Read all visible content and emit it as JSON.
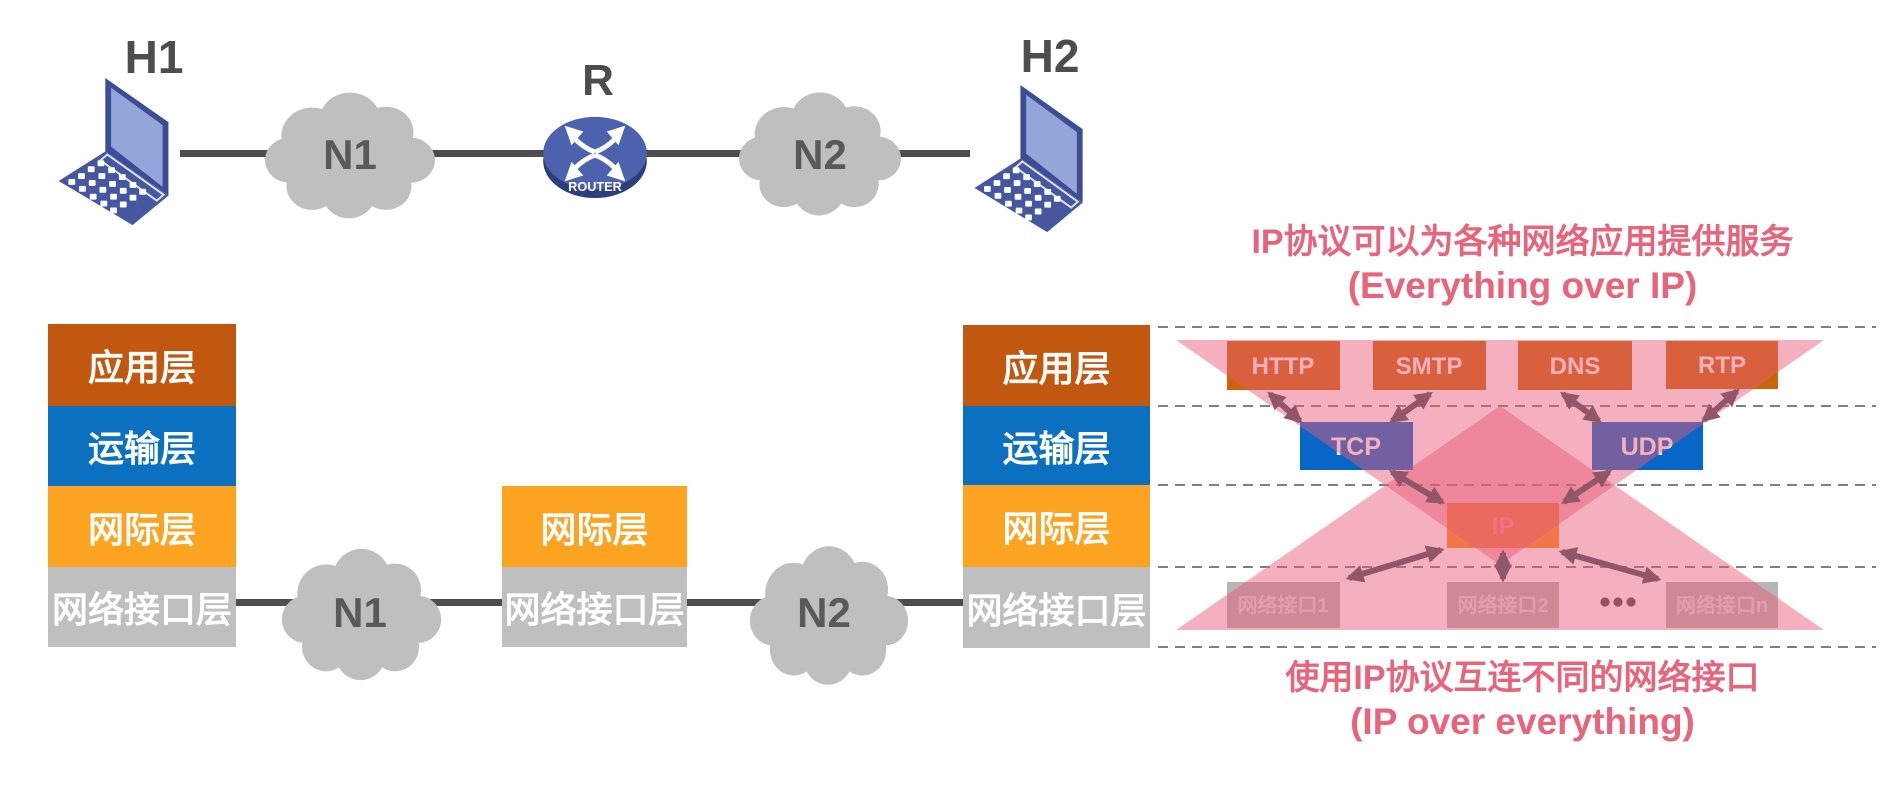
{
  "topology": {
    "host1": "H1",
    "host2": "H2",
    "router": "R",
    "router_caption": "ROUTER",
    "net1": "N1",
    "net2": "N2"
  },
  "stacks": {
    "layers": {
      "app": "应用层",
      "transport": "运输层",
      "internet": "网际层",
      "interface": "网络接口层"
    }
  },
  "ip_diagram": {
    "title_line1": "IP协议可以为各种网络应用提供服务",
    "title_line2": "(Everything over IP)",
    "caption_line1": "使用IP协议互连不同的网络接口",
    "caption_line2": "(IP over everything)",
    "protocols_app": [
      "HTTP",
      "SMTP",
      "DNS",
      "RTP"
    ],
    "protocols_transport": [
      "TCP",
      "UDP"
    ],
    "protocol_network": "IP",
    "interfaces": [
      "网络接口1",
      "网络接口2",
      "网络接口n"
    ],
    "colors": {
      "accent_pink": "#e8647b",
      "triangle_pink": "#e95a78",
      "app_box": "#cc6709",
      "transport_box": "#0667c9",
      "ip_box": "#f7941e",
      "ip_text": "#ffb9b9",
      "interface_box": "#b7b4b4",
      "interface_text": "#dddddd",
      "arrow": "#92566b",
      "dots_light": "#ffffff",
      "dots_dark": "#4a4a4a",
      "dashed_line": "#7f7f7f",
      "layer_app": "#c2580f",
      "layer_transport": "#0b70c0",
      "layer_internet": "#fca321",
      "layer_interface": "#c0bfbf",
      "cloud_gray": "#bfbfbf",
      "link_line": "#4d4d4d"
    }
  }
}
